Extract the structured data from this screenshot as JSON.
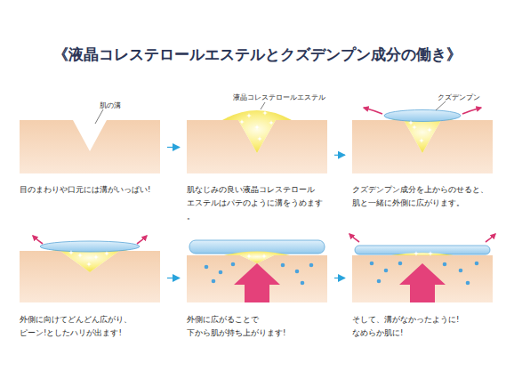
{
  "diagram": {
    "title": "《液晶コレステロールエステルとクズデンプン成分の働き》",
    "nodes": [
      {
        "text": [
          "目のまわりや口元には溝がいっぱい!"
        ]
      },
      {
        "text": [
          "肌なじみの良い液晶コレステロール エステルはパテのように溝をうめます。"
        ]
      },
      {
        "text": [
          "クズデンプン成分を上からのせると、 肌と一緒に外側に広がります。"
        ]
      },
      {
        "text": [
          "外側に向けてどんどん広がり、 ピーン!としたハリが出ます!"
        ]
      },
      {
        "text": [
          "外側に広がることで 下から肌が持ち上がります!"
        ]
      },
      {
        "text": [
          "そして、溝がなかったように! なめらか肌に!"
        ]
      }
    ],
    "edges": [
      {
        "from": 0,
        "to": 1,
        "arrow": "to"
      },
      {
        "from": 1,
        "to": 2,
        "arrow": "to"
      },
      {
        "from": 3,
        "to": 4,
        "arrow": "to"
      },
      {
        "from": 4,
        "to": 5,
        "arrow": "to"
      }
    ],
    "labels": [
      "肌の溝",
      "液晶コレステロールエステル",
      "クズデンプン"
    ]
  }
}
